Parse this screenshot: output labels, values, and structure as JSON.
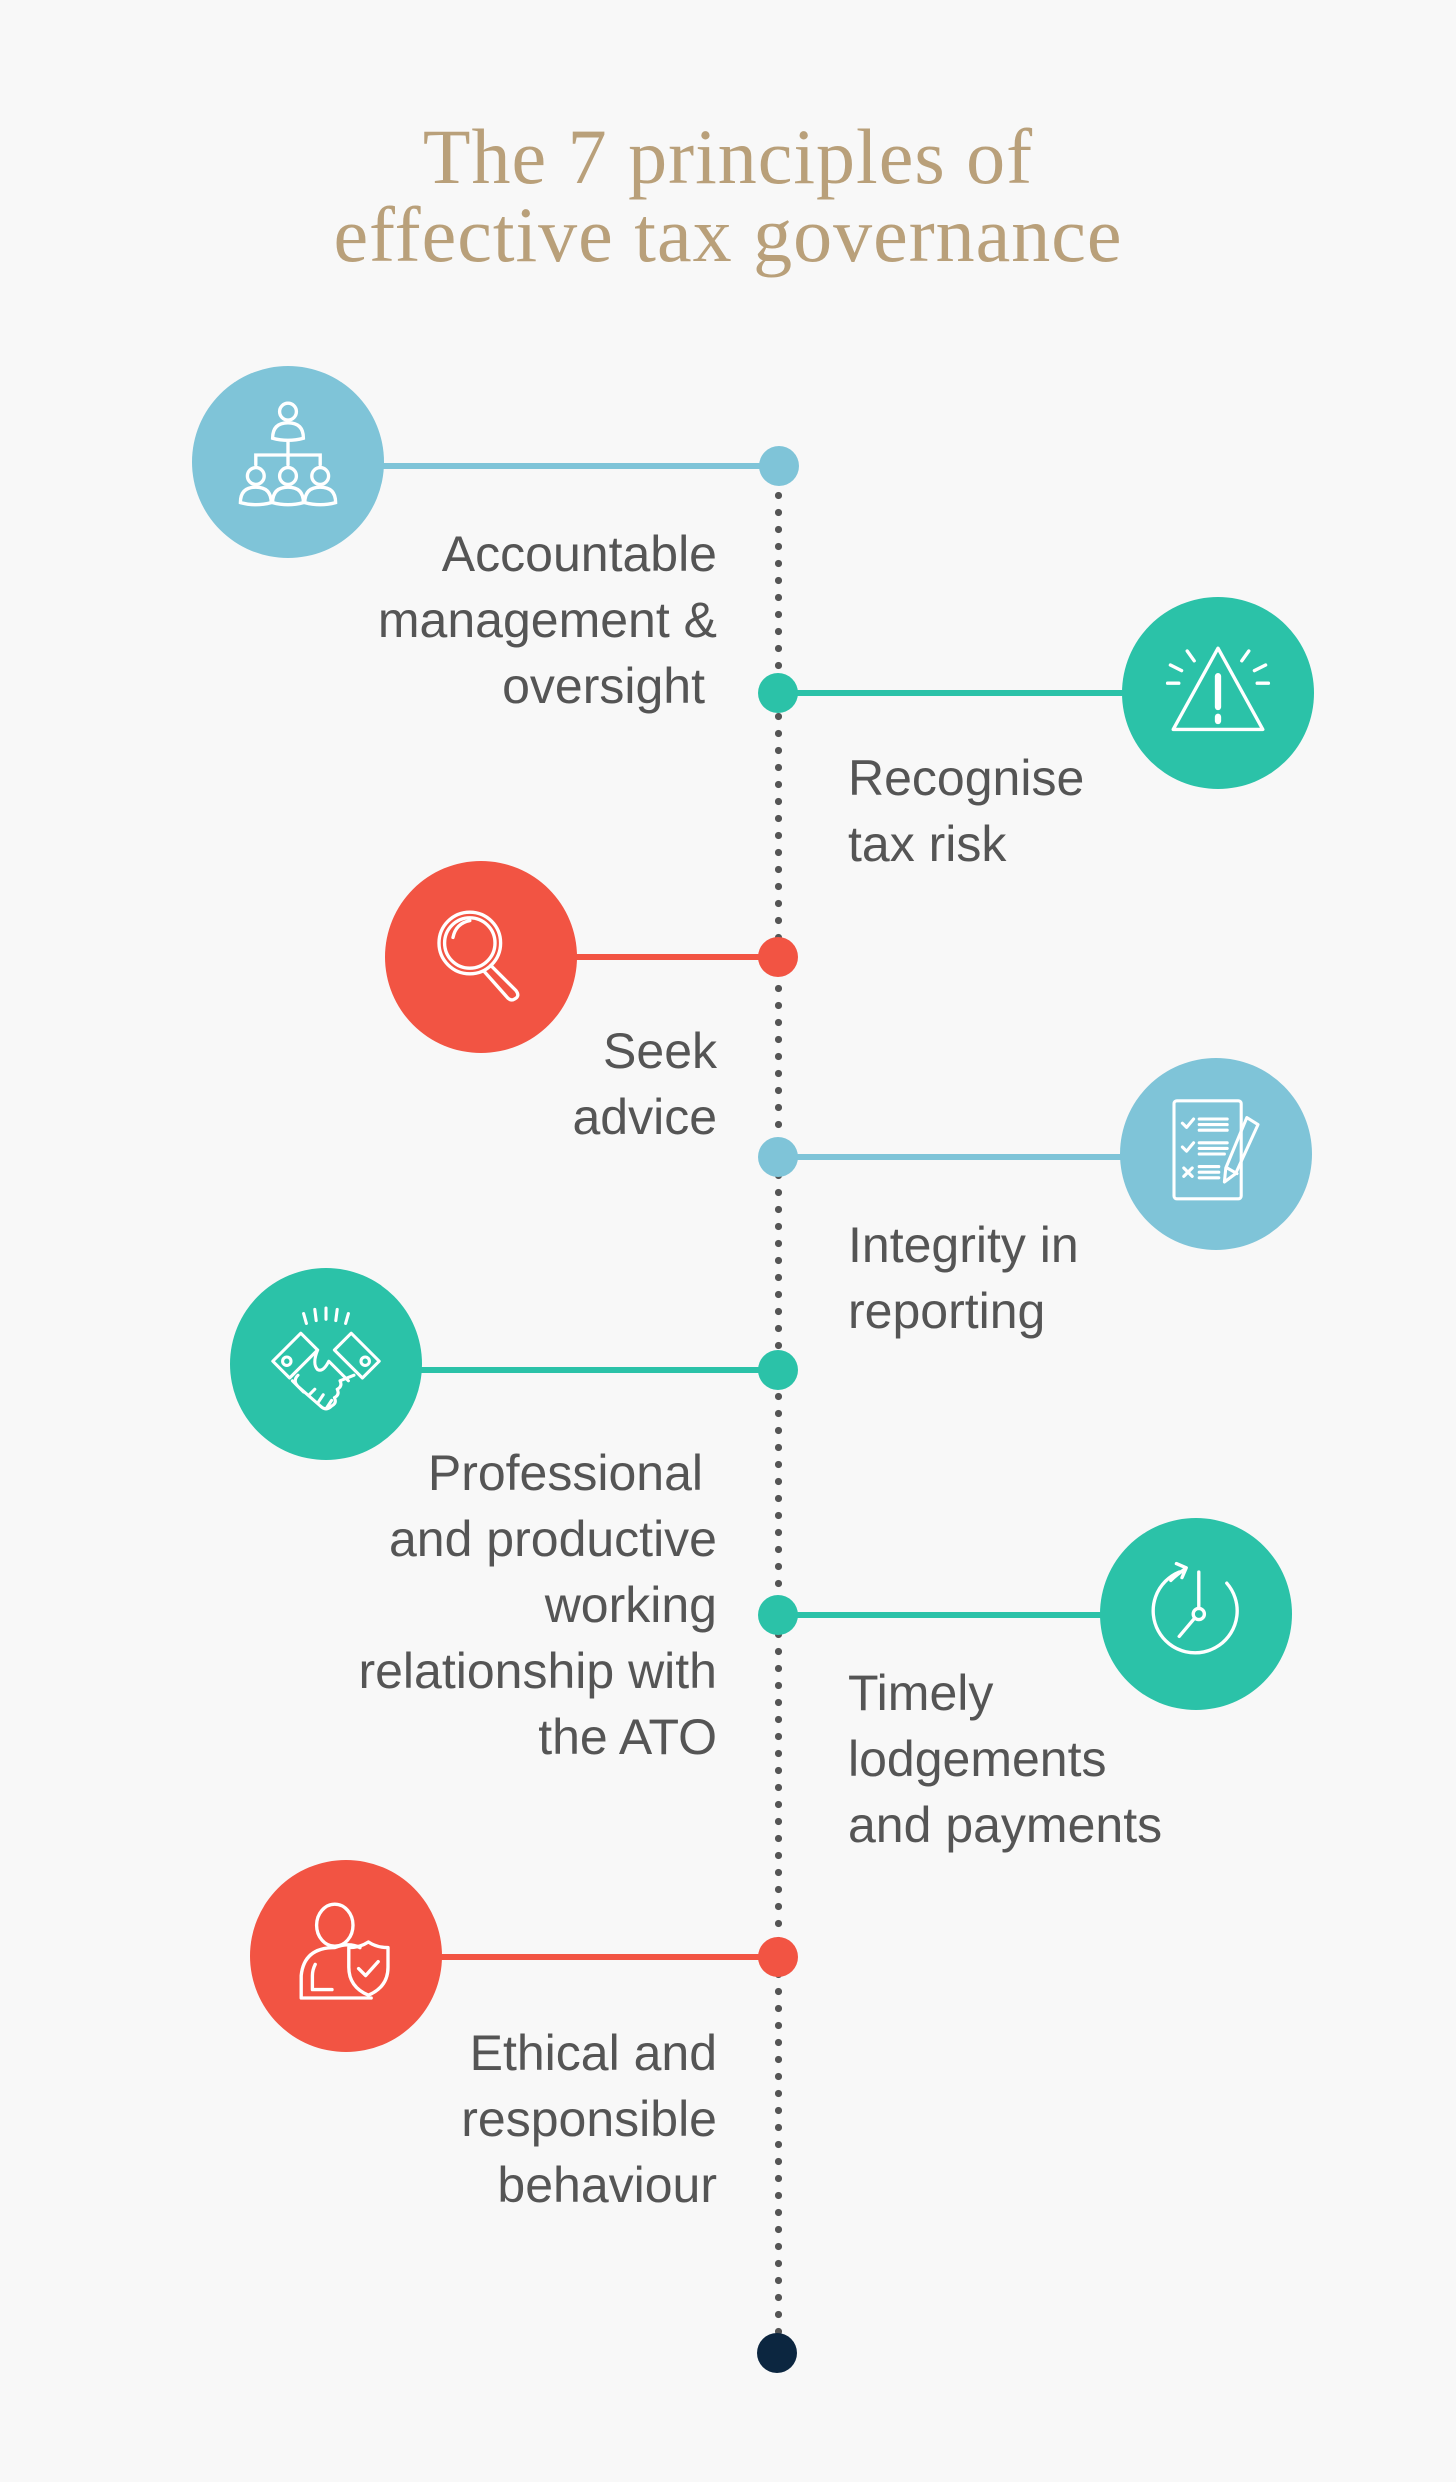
{
  "title": {
    "line1": "The 7 principles of",
    "line2": "effective tax governance",
    "color": "#b9a07a"
  },
  "colors": {
    "blue": "#7fc4d8",
    "teal": "#2bc2a8",
    "red": "#f25443",
    "end_node": "#0c2640",
    "text": "#555555",
    "background": "#f8f8f8"
  },
  "principles": [
    {
      "side": "left",
      "color": "#7fc4d8",
      "icon": "org-chart-icon",
      "lines": [
        "Accountable",
        "management &",
        "oversight"
      ]
    },
    {
      "side": "right",
      "color": "#2bc2a8",
      "icon": "warning-icon",
      "lines": [
        "Recognise",
        "tax risk"
      ]
    },
    {
      "side": "left",
      "color": "#f25443",
      "icon": "magnifier-icon",
      "lines": [
        "Seek",
        "advice"
      ]
    },
    {
      "side": "right",
      "color": "#7fc4d8",
      "icon": "checklist-icon",
      "lines": [
        "Integrity in",
        "reporting"
      ]
    },
    {
      "side": "left",
      "color": "#2bc2a8",
      "icon": "handshake-icon",
      "lines": [
        "Professional",
        "and productive",
        "working",
        "relationship with",
        "the ATO"
      ]
    },
    {
      "side": "right",
      "color": "#2bc2a8",
      "icon": "clock-icon",
      "lines": [
        "Timely",
        "lodgements",
        "and payments"
      ]
    },
    {
      "side": "left",
      "color": "#f25443",
      "icon": "person-shield-icon",
      "lines": [
        "Ethical and",
        "responsible",
        "behaviour"
      ]
    }
  ]
}
